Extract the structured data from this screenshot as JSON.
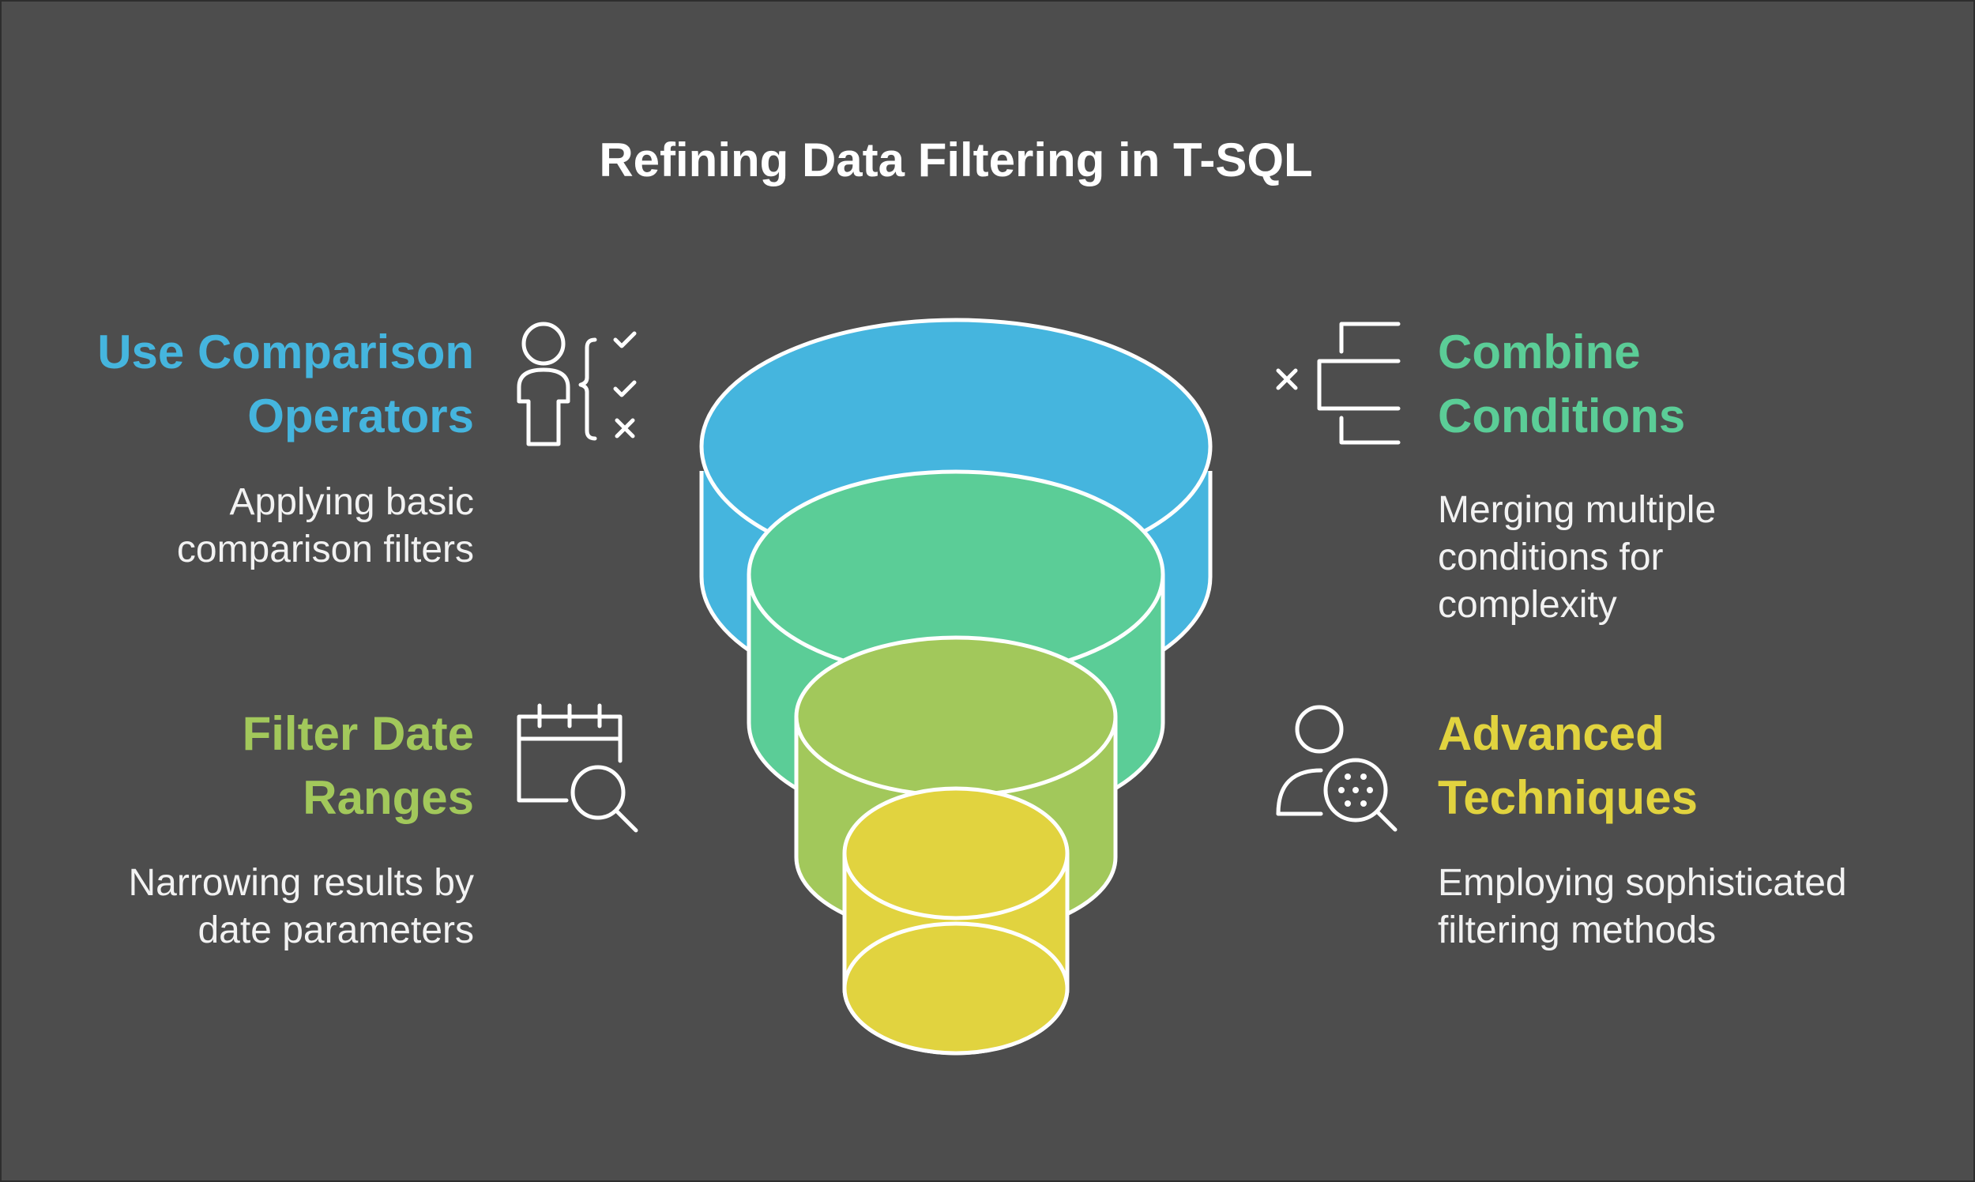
{
  "title": "Refining Data Filtering in T-SQL",
  "colors": {
    "background": "#4d4d4d",
    "blue": "#45b5de",
    "green": "#5bcd97",
    "lime": "#a2c85b",
    "yellow": "#e1d33f",
    "text": "#f2f2f2",
    "outline": "#ffffff"
  },
  "steps": [
    {
      "heading_lines": [
        "Use Comparison",
        "Operators"
      ],
      "desc_lines": [
        "Applying basic",
        "comparison filters"
      ],
      "color": "#45b5de",
      "icon": "user-checklist-icon"
    },
    {
      "heading_lines": [
        "Combine",
        "Conditions"
      ],
      "desc_lines": [
        "Merging multiple",
        "conditions for",
        "complexity"
      ],
      "color": "#5bcd97",
      "icon": "bracket-merge-icon"
    },
    {
      "heading_lines": [
        "Filter Date",
        "Ranges"
      ],
      "desc_lines": [
        "Narrowing results by",
        "date parameters"
      ],
      "color": "#a2c85b",
      "icon": "calendar-search-icon"
    },
    {
      "heading_lines": [
        "Advanced",
        "Techniques"
      ],
      "desc_lines": [
        "Employing sophisticated",
        "filtering methods"
      ],
      "color": "#e1d33f",
      "icon": "user-analysis-icon"
    }
  ]
}
